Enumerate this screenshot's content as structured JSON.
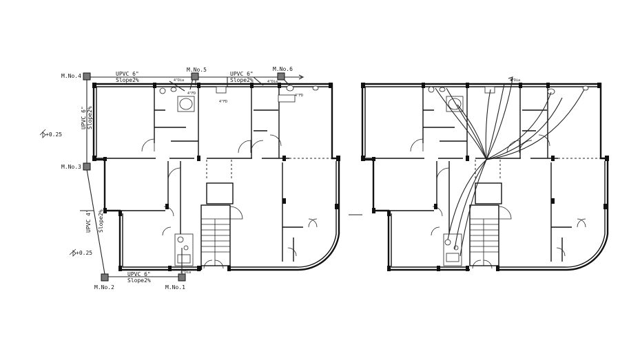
{
  "manholes": {
    "m4": "M.No.4",
    "m5": "M.No.5",
    "m6": "M.No.6",
    "m3": "M.No.3",
    "m2": "M.No.2",
    "m1": "M.No.1"
  },
  "pipes": {
    "top_left": {
      "size": "UPVC 6\"",
      "slope": "Slope2%"
    },
    "top_right": {
      "size": "UPVC 6\"",
      "slope": "Slope2%"
    },
    "left_vertical": {
      "size": "UPVC 6\"",
      "slope": "Slope2%"
    },
    "left_lower": {
      "size": "UPVC 4\"",
      "slope": "Slope2%"
    },
    "bottom": {
      "size": "UPVC 6\"",
      "slope": "Slope2%"
    }
  },
  "levels": {
    "upper": "+0.25",
    "lower": "+0.25"
  },
  "fittings": {
    "dia_4": "4\"Dia",
    "fd_4": "4\"FD",
    "right_plan_dia": "4\"Dia"
  },
  "colors": {
    "line": "#111111",
    "manhole": "#777777",
    "background": "#ffffff"
  }
}
